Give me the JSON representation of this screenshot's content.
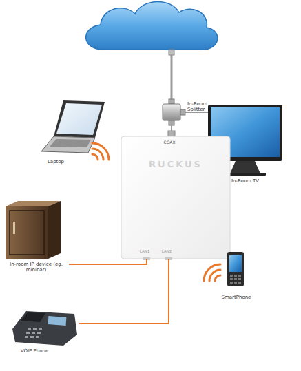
{
  "diagram": {
    "nodes": [
      {
        "text": [
          "In-Room Splitter"
        ]
      },
      {
        "text": [
          "In-Room TV"
        ]
      },
      {
        "text": [
          "Laptop"
        ]
      },
      {
        "text": [
          "COAX",
          "RUCKUS",
          "LAN1",
          "LAN2"
        ]
      },
      {
        "text": [
          "In-room IP device (eg. minibar)"
        ]
      },
      {
        "text": [
          "SmartPhone"
        ]
      },
      {
        "text": [
          "VOIP Phone"
        ]
      }
    ],
    "edges": [
      {
        "from": 0,
        "to": 1,
        "arrow": "none"
      },
      {
        "from": 0,
        "to": 3,
        "arrow": "none"
      },
      {
        "from": 3,
        "to": 4,
        "arrow": "none"
      },
      {
        "from": 3,
        "to": 6,
        "arrow": "none"
      }
    ]
  }
}
